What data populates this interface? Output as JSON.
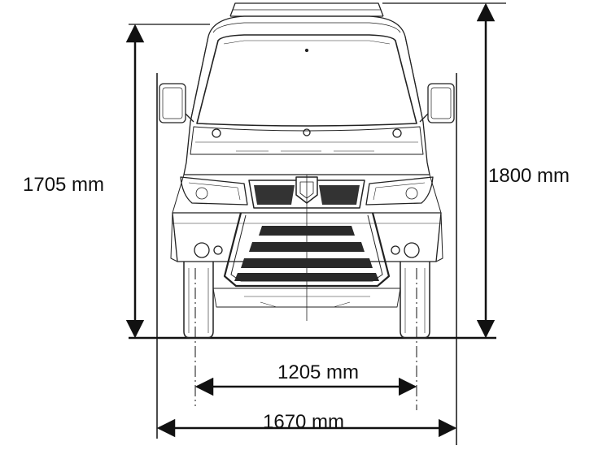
{
  "dimensions": {
    "overall_height": "1705 mm",
    "total_height": "1800 mm",
    "track_width": "1205 mm",
    "overall_width": "1670 mm"
  },
  "colors": {
    "line": "#111111",
    "background": "#ffffff"
  }
}
